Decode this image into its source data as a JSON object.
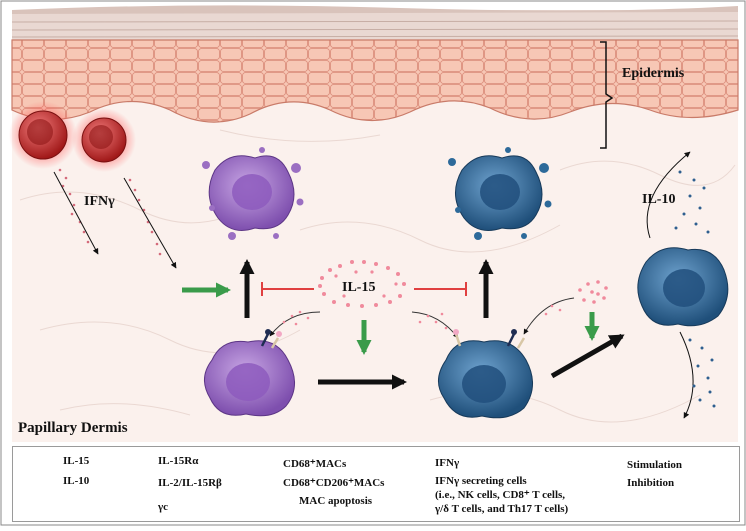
{
  "labels": {
    "epidermis": "Epidermis",
    "papillary_dermis": "Papillary Dermis",
    "ifng": "IFNγ",
    "il15": "IL-15",
    "il10": "IL-10"
  },
  "legend": {
    "il15": "IL-15",
    "il10": "IL-10",
    "il15ra": "IL-15Rα",
    "il2r": "IL-2/IL-15Rβ",
    "yc": "γc",
    "cd68_macs": "CD68⁺MACs",
    "cd68_cd206_macs": "CD68⁺CD206⁺MACs",
    "mac_apoptosis": "MAC apoptosis",
    "ifng": "IFNγ",
    "ifng_cells_line1": "IFNγ secreting cells",
    "ifng_cells_line2": "(i.e., NK cells, CD8⁺ T cells,",
    "ifng_cells_line3": "γ/δ T cells, and Th17 T cells)",
    "stimulation": "Stimulation",
    "inhibition": "Inhibition"
  },
  "colors": {
    "skin": "#f5c9b8",
    "skin_cell_border": "#d98a78",
    "dermis": "#fbf0ec",
    "purple_mac": "#9b6fc2",
    "blue_mac": "#2d6a9a",
    "red_cell": "#c62828",
    "stimulation": "#3a9b4a",
    "inhibition": "#e04040",
    "il15_dot": "#f08a9c",
    "il10_dot": "#2e5f8f"
  }
}
